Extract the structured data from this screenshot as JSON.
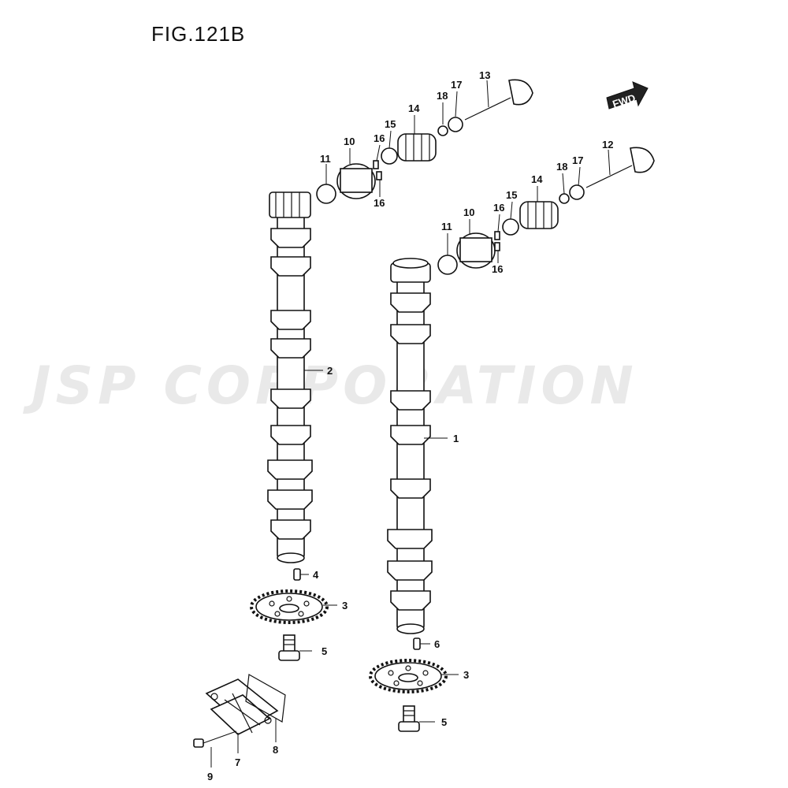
{
  "figure": {
    "title": "FIG.121B"
  },
  "watermark": {
    "text": "JSP CORPORATION"
  },
  "direction_marker": {
    "label": "FWD"
  },
  "callouts": {
    "c1": "1",
    "c2": "2",
    "c3a": "3",
    "c3b": "3",
    "c4": "4",
    "c5a": "5",
    "c5b": "5",
    "c6": "6",
    "c7": "7",
    "c8": "8",
    "c9": "9",
    "c10a": "10",
    "c10b": "10",
    "c11a": "11",
    "c11b": "11",
    "c12": "12",
    "c13": "13",
    "c14a": "14",
    "c14b": "14",
    "c15a": "15",
    "c15b": "15",
    "c16a": "16",
    "c16b": "16",
    "c16c": "16",
    "c16d": "16",
    "c17a": "17",
    "c17b": "17",
    "c18a": "18",
    "c18b": "18"
  }
}
